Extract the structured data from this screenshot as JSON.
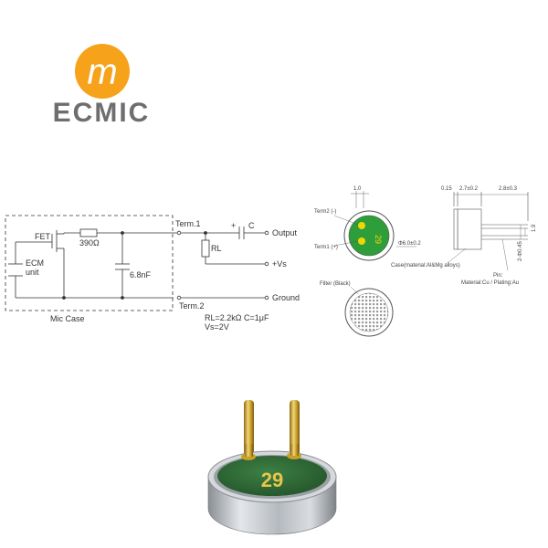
{
  "logo": {
    "brand": "ECMIC",
    "mark_letter": "m",
    "orange": "#F7A21B",
    "gray": "#6E6E6E"
  },
  "schematic": {
    "fet": "FET",
    "resistor": "390Ω",
    "ecm_line1": "ECM",
    "ecm_line2": "unit",
    "capacitor": "6.8nF",
    "case": "Mic Case",
    "term1": "Term.1",
    "term2": "Term.2",
    "cap_plus": "+",
    "cap_label": "C",
    "rl": "RL",
    "output": "Output",
    "vs": "+Vs",
    "ground": "Ground",
    "spec1": "RL=2.2kΩ   C=1μF",
    "spec2": "Vs=2V"
  },
  "drawing": {
    "dim_1": "1.0",
    "term2": "Term2 (-)",
    "term1": "Term1 (+)",
    "pcb_code": "29",
    "diameter": "Φ6.0±0.2",
    "case_material": "Case(material:Al&Mg alloys)",
    "dim_015": "0.15",
    "dim_27": "2.7±0.2",
    "dim_28": "2.8±0.3",
    "dim_19": "1.9",
    "dim_pin": "2-Φ0.45",
    "pin_title": "Pin:",
    "pin_material": "Material:Cu / Plating:Au",
    "filter": "Filter (Black)",
    "pcb_green": "#2E9E3A"
  },
  "photo": {
    "pcb_code": "29",
    "pcb_green": "#2F6E34",
    "pin_gold": "#C9A028"
  }
}
